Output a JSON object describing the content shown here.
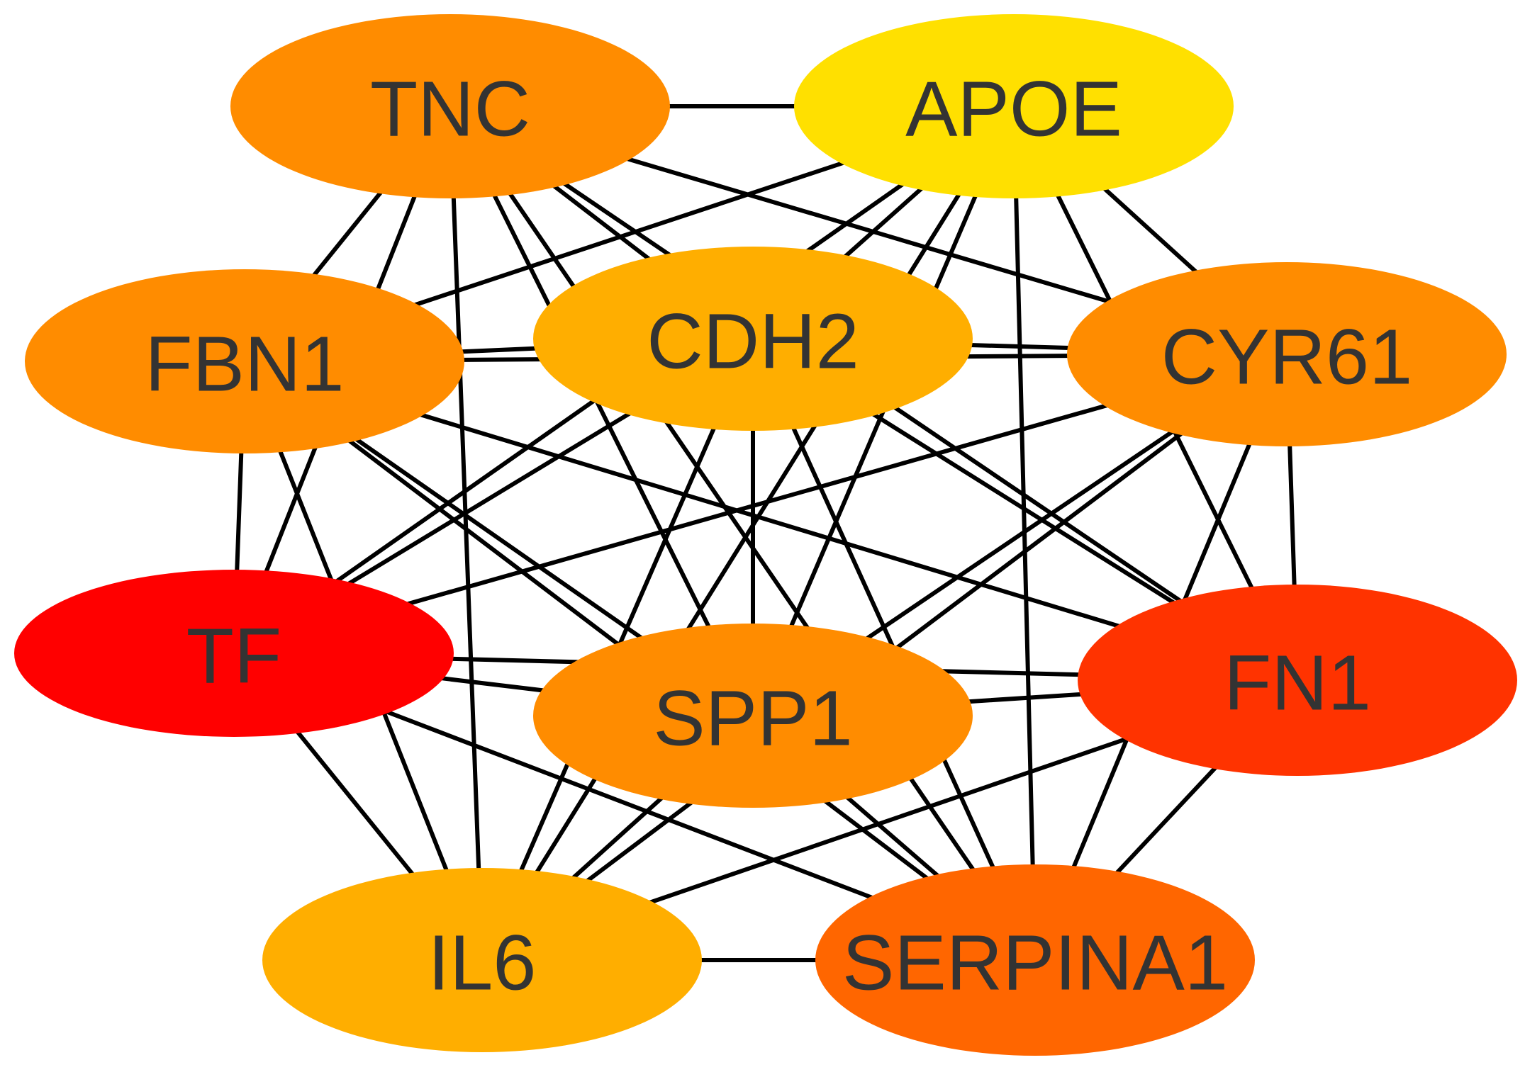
{
  "network": {
    "nodes": [
      {
        "id": "TNC",
        "label": "TNC",
        "color": "#FF8C00"
      },
      {
        "id": "APOE",
        "label": "APOE",
        "color": "#FFE000"
      },
      {
        "id": "FBN1",
        "label": "FBN1",
        "color": "#FF8C00"
      },
      {
        "id": "CDH2",
        "label": "CDH2",
        "color": "#FFAE00"
      },
      {
        "id": "CYR61",
        "label": "CYR61",
        "color": "#FF8C00"
      },
      {
        "id": "TF",
        "label": "TF",
        "color": "#FF0000"
      },
      {
        "id": "SPP1",
        "label": "SPP1",
        "color": "#FF8C00"
      },
      {
        "id": "FN1",
        "label": "FN1",
        "color": "#FF3300"
      },
      {
        "id": "IL6",
        "label": "IL6",
        "color": "#FFAE00"
      },
      {
        "id": "SERPINA1",
        "label": "SERPINA1",
        "color": "#FF6600"
      }
    ],
    "edges": [
      [
        "TNC",
        "APOE"
      ],
      [
        "TNC",
        "FBN1"
      ],
      [
        "TNC",
        "CDH2"
      ],
      [
        "TNC",
        "CYR61"
      ],
      [
        "TNC",
        "TF"
      ],
      [
        "TNC",
        "SPP1"
      ],
      [
        "TNC",
        "FN1"
      ],
      [
        "TNC",
        "IL6"
      ],
      [
        "TNC",
        "SERPINA1"
      ],
      [
        "APOE",
        "FBN1"
      ],
      [
        "APOE",
        "CDH2"
      ],
      [
        "APOE",
        "CYR61"
      ],
      [
        "APOE",
        "TF"
      ],
      [
        "APOE",
        "SPP1"
      ],
      [
        "APOE",
        "FN1"
      ],
      [
        "APOE",
        "IL6"
      ],
      [
        "APOE",
        "SERPINA1"
      ],
      [
        "FBN1",
        "CDH2"
      ],
      [
        "FBN1",
        "CYR61"
      ],
      [
        "FBN1",
        "TF"
      ],
      [
        "FBN1",
        "SPP1"
      ],
      [
        "FBN1",
        "FN1"
      ],
      [
        "FBN1",
        "IL6"
      ],
      [
        "FBN1",
        "SERPINA1"
      ],
      [
        "CDH2",
        "CYR61"
      ],
      [
        "CDH2",
        "TF"
      ],
      [
        "CDH2",
        "SPP1"
      ],
      [
        "CDH2",
        "FN1"
      ],
      [
        "CDH2",
        "IL6"
      ],
      [
        "CDH2",
        "SERPINA1"
      ],
      [
        "CYR61",
        "TF"
      ],
      [
        "CYR61",
        "SPP1"
      ],
      [
        "CYR61",
        "FN1"
      ],
      [
        "CYR61",
        "IL6"
      ],
      [
        "CYR61",
        "SERPINA1"
      ],
      [
        "TF",
        "SPP1"
      ],
      [
        "TF",
        "FN1"
      ],
      [
        "TF",
        "IL6"
      ],
      [
        "TF",
        "SERPINA1"
      ],
      [
        "SPP1",
        "FN1"
      ],
      [
        "SPP1",
        "IL6"
      ],
      [
        "SPP1",
        "SERPINA1"
      ],
      [
        "FN1",
        "IL6"
      ],
      [
        "FN1",
        "SERPINA1"
      ],
      [
        "IL6",
        "SERPINA1"
      ]
    ]
  }
}
